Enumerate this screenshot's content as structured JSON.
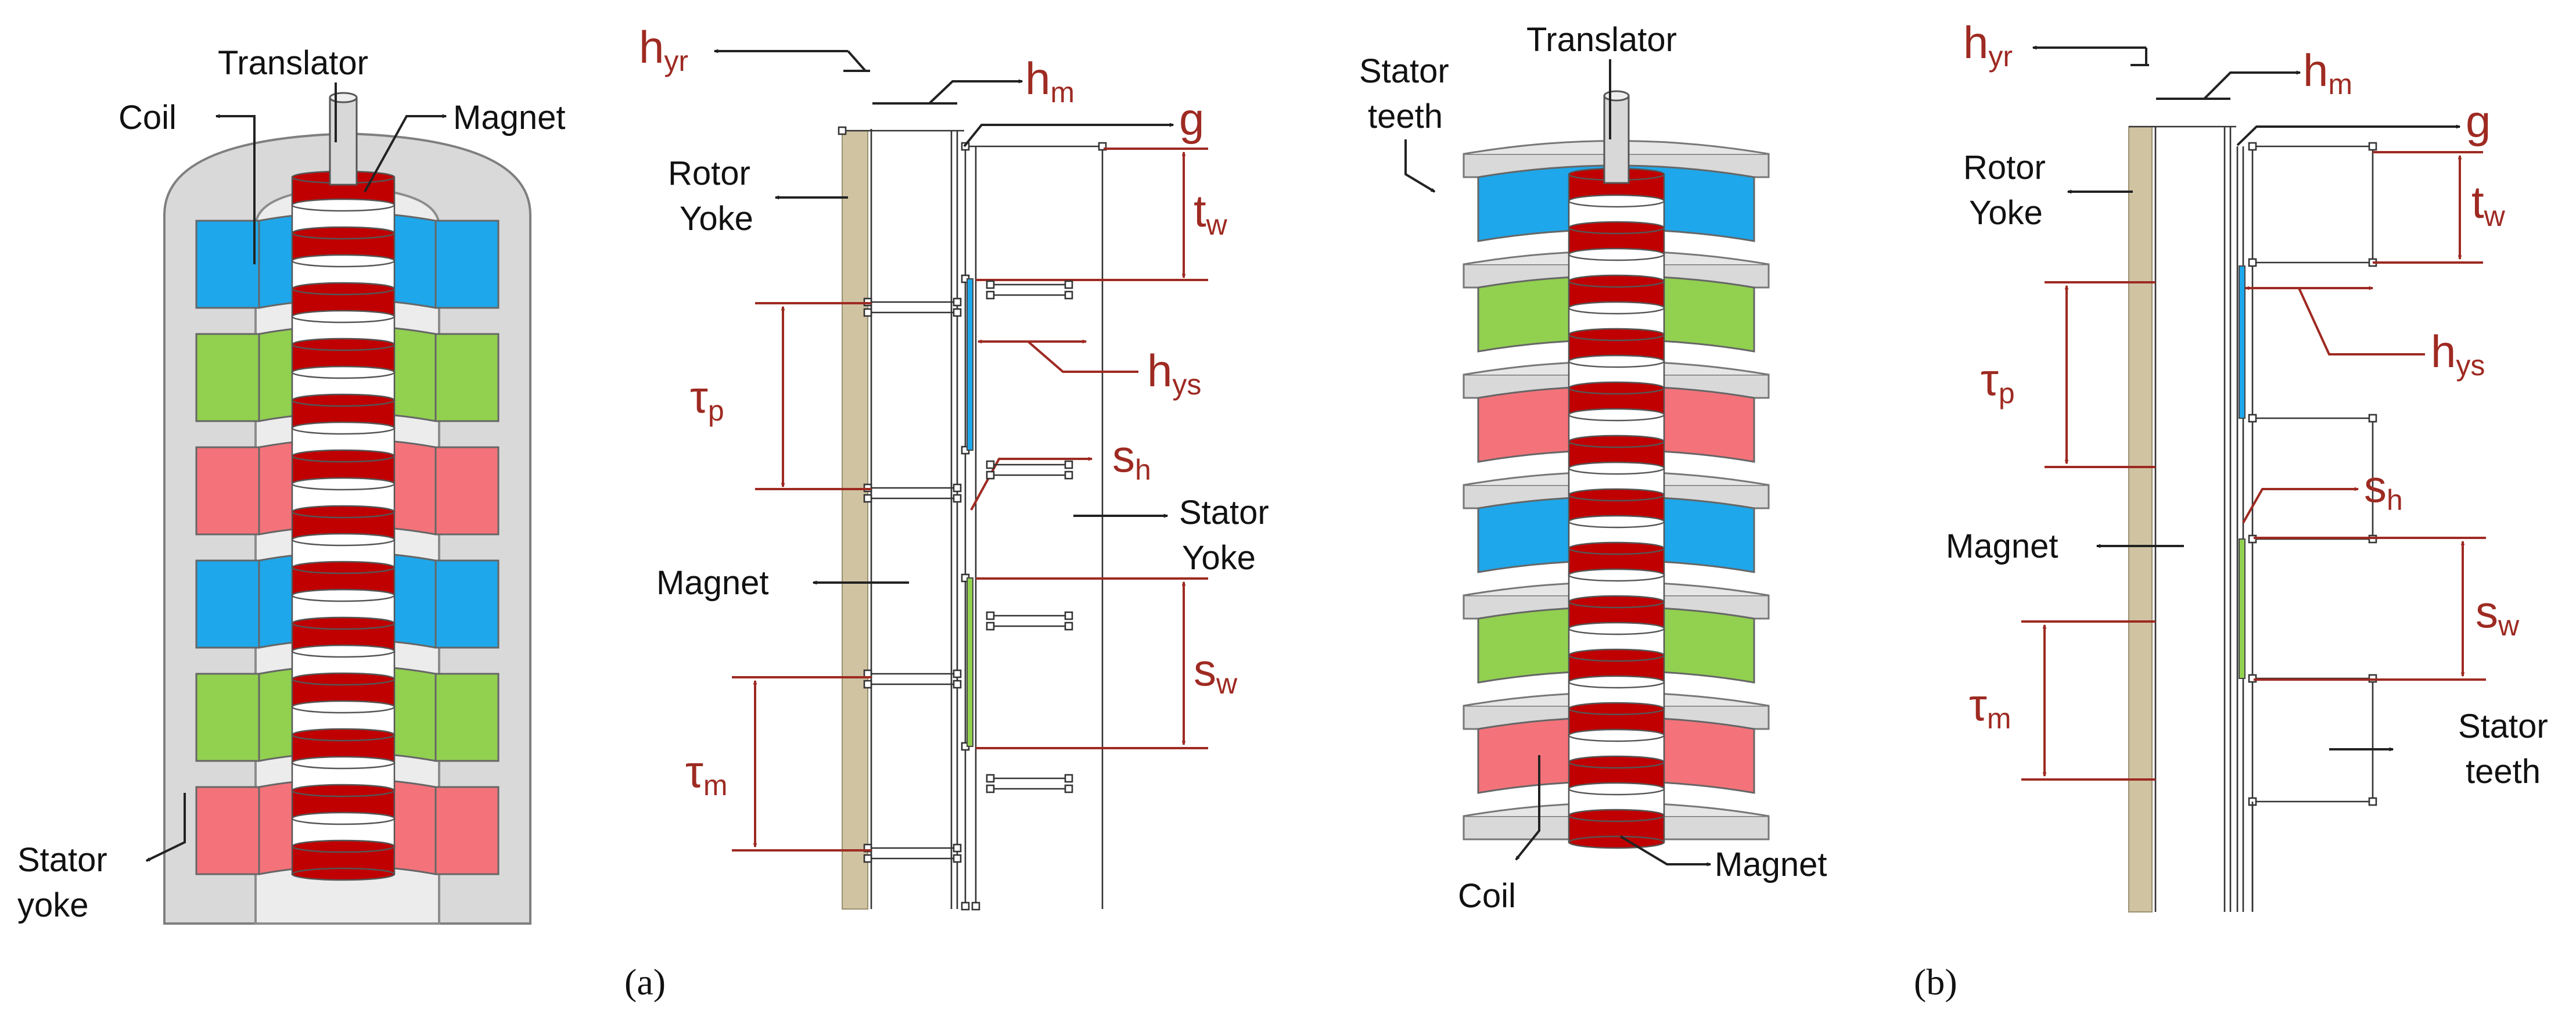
{
  "colors": {
    "housing": "#d9d9d9",
    "housing_stroke": "#7f7f7f",
    "coil_blue": "#1ea7ea",
    "coil_green": "#92d050",
    "coil_red": "#f4737a",
    "magnet_red": "#c00000",
    "magnet_white": "#ffffff",
    "rotor_yoke": "#cfc3a2",
    "annotation": "#9e2a22"
  },
  "panel_a": {
    "caption": "(a)",
    "labels": {
      "coil": "Coil",
      "translator": "Translator",
      "magnet": "Magnet",
      "stator_yoke_1": "Stator",
      "stator_yoke_2": "yoke"
    },
    "coil_phase_order": [
      "blue",
      "green",
      "red",
      "blue",
      "green",
      "red"
    ],
    "schematic": {
      "rotor_yoke_1": "Rotor",
      "rotor_yoke_2": "Yoke",
      "magnet": "Magnet",
      "stator_yoke_1": "Stator",
      "stator_yoke_2": "Yoke",
      "symbols": {
        "h_yr": "h",
        "h_yr_sub": "yr",
        "h_m": "h",
        "h_m_sub": "m",
        "g": "g",
        "t_w": "t",
        "t_w_sub": "w",
        "h_ys": "h",
        "h_ys_sub": "ys",
        "tau_p": "τ",
        "tau_p_sub": "p",
        "s_h": "s",
        "s_h_sub": "h",
        "s_w": "s",
        "s_w_sub": "w",
        "tau_m": "τ",
        "tau_m_sub": "m"
      }
    }
  },
  "panel_b": {
    "caption": "(b)",
    "labels": {
      "stator_teeth_1": "Stator",
      "stator_teeth_2": "teeth",
      "translator": "Translator",
      "coil": "Coil",
      "magnet": "Magnet"
    },
    "coil_phase_order": [
      "blue",
      "green",
      "red",
      "blue",
      "green",
      "red"
    ],
    "schematic": {
      "rotor_yoke_1": "Rotor",
      "rotor_yoke_2": "Yoke",
      "magnet": "Magnet",
      "stator_teeth_1": "Stator",
      "stator_teeth_2": "teeth",
      "symbols": {
        "h_yr": "h",
        "h_yr_sub": "yr",
        "h_m": "h",
        "h_m_sub": "m",
        "g": "g",
        "t_w": "t",
        "t_w_sub": "w",
        "h_ys": "h",
        "h_ys_sub": "ys",
        "tau_p": "τ",
        "tau_p_sub": "p",
        "s_h": "s",
        "s_h_sub": "h",
        "s_w": "s",
        "s_w_sub": "w",
        "tau_m": "τ",
        "tau_m_sub": "m"
      }
    }
  }
}
